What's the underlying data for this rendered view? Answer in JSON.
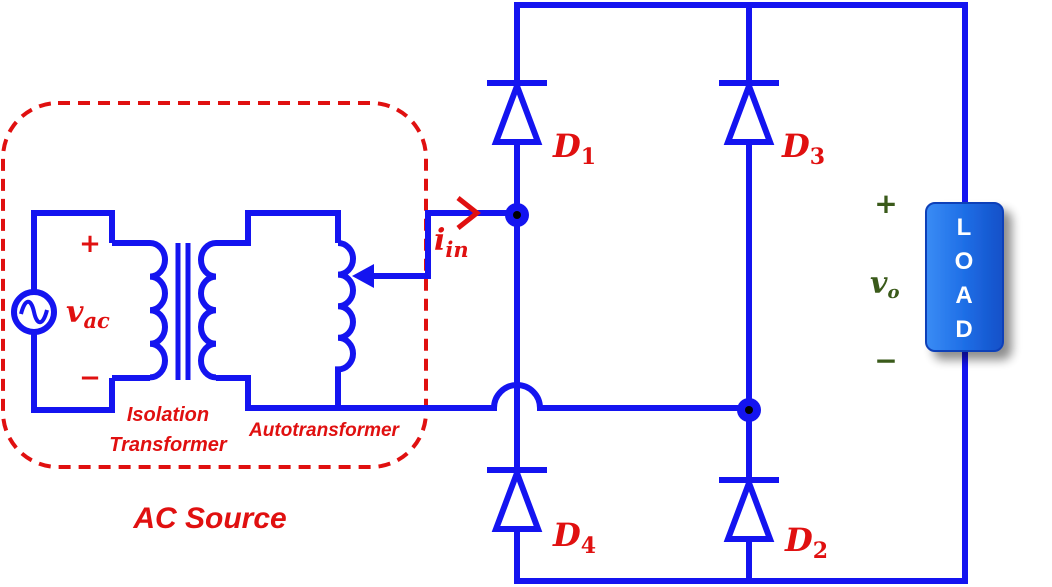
{
  "diagram": {
    "source": {
      "symbol": "v",
      "subscript": "ac",
      "plus": "+",
      "minus": "−"
    },
    "transformers": {
      "isolation_line1": "Isolation",
      "isolation_line2": "Transformer",
      "auto": "Autotransformer"
    },
    "ac_source_label": "AC Source",
    "input_current": {
      "symbol": "i",
      "subscript": "in"
    },
    "diodes": [
      {
        "letter": "D",
        "number": "1"
      },
      {
        "letter": "D",
        "number": "3"
      },
      {
        "letter": "D",
        "number": "4"
      },
      {
        "letter": "D",
        "number": "2"
      }
    ],
    "output": {
      "symbol": "v",
      "subscript": "o",
      "plus": "+",
      "minus": "−"
    },
    "load": {
      "letters": [
        "L",
        "O",
        "A",
        "D"
      ]
    }
  },
  "colors": {
    "wire": "#1414f0",
    "label_red": "#e01010",
    "label_green": "#3a5a1a",
    "load_fill": "#1e6ee6"
  }
}
